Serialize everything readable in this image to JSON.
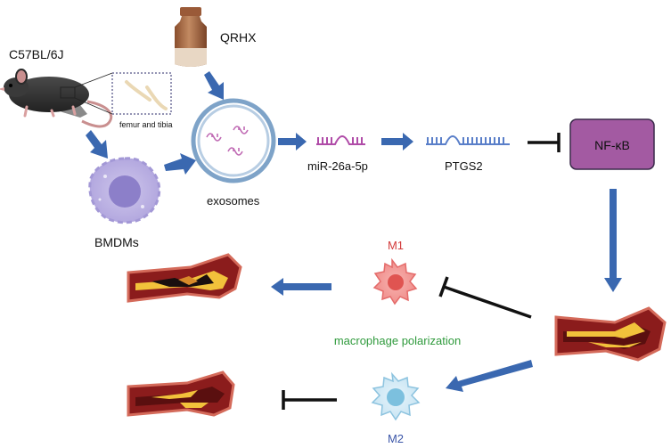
{
  "labels": {
    "mouse": "C57BL/6J",
    "bones": "femur and tibia",
    "drug": "QRHX",
    "cells": "BMDMs",
    "exosomes": "exosomes",
    "mirna": "miR-26a-5p",
    "target": "PTGS2",
    "pathway": "NF-κB",
    "m1": "M1",
    "m2": "M2",
    "polarization": "macrophage polarization"
  },
  "colors": {
    "arrow": "#3a68b0",
    "nfkb_fill": "#a35aa2",
    "m1_text": "#d23a3a",
    "m2_text": "#3b56a8",
    "polarization_text": "#2f9a3c",
    "mirna": "#b04ca8",
    "ptgs2": "#5a7fc9"
  },
  "icons": [
    "mouse-icon",
    "bone-icon",
    "vial-icon",
    "bmdm-cell-icon",
    "exosome-icon",
    "mirna-icon",
    "ptgs2-icon",
    "m1-macrophage-icon",
    "m2-macrophage-icon",
    "artery-icon"
  ]
}
